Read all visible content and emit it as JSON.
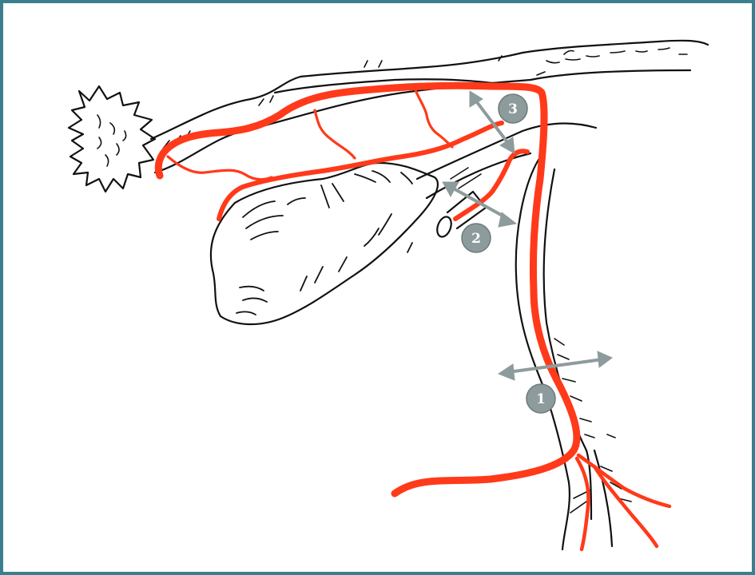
{
  "colors": {
    "frame": "#3a7f8f",
    "outline": "#111111",
    "vessel": "#ff3a1a",
    "arrow": "#8e9b9d",
    "marker_fill": "#8e9b9d"
  },
  "markers": [
    {
      "id": "marker-1",
      "label": "1"
    },
    {
      "id": "marker-2",
      "label": "2"
    },
    {
      "id": "marker-3",
      "label": "3"
    }
  ]
}
